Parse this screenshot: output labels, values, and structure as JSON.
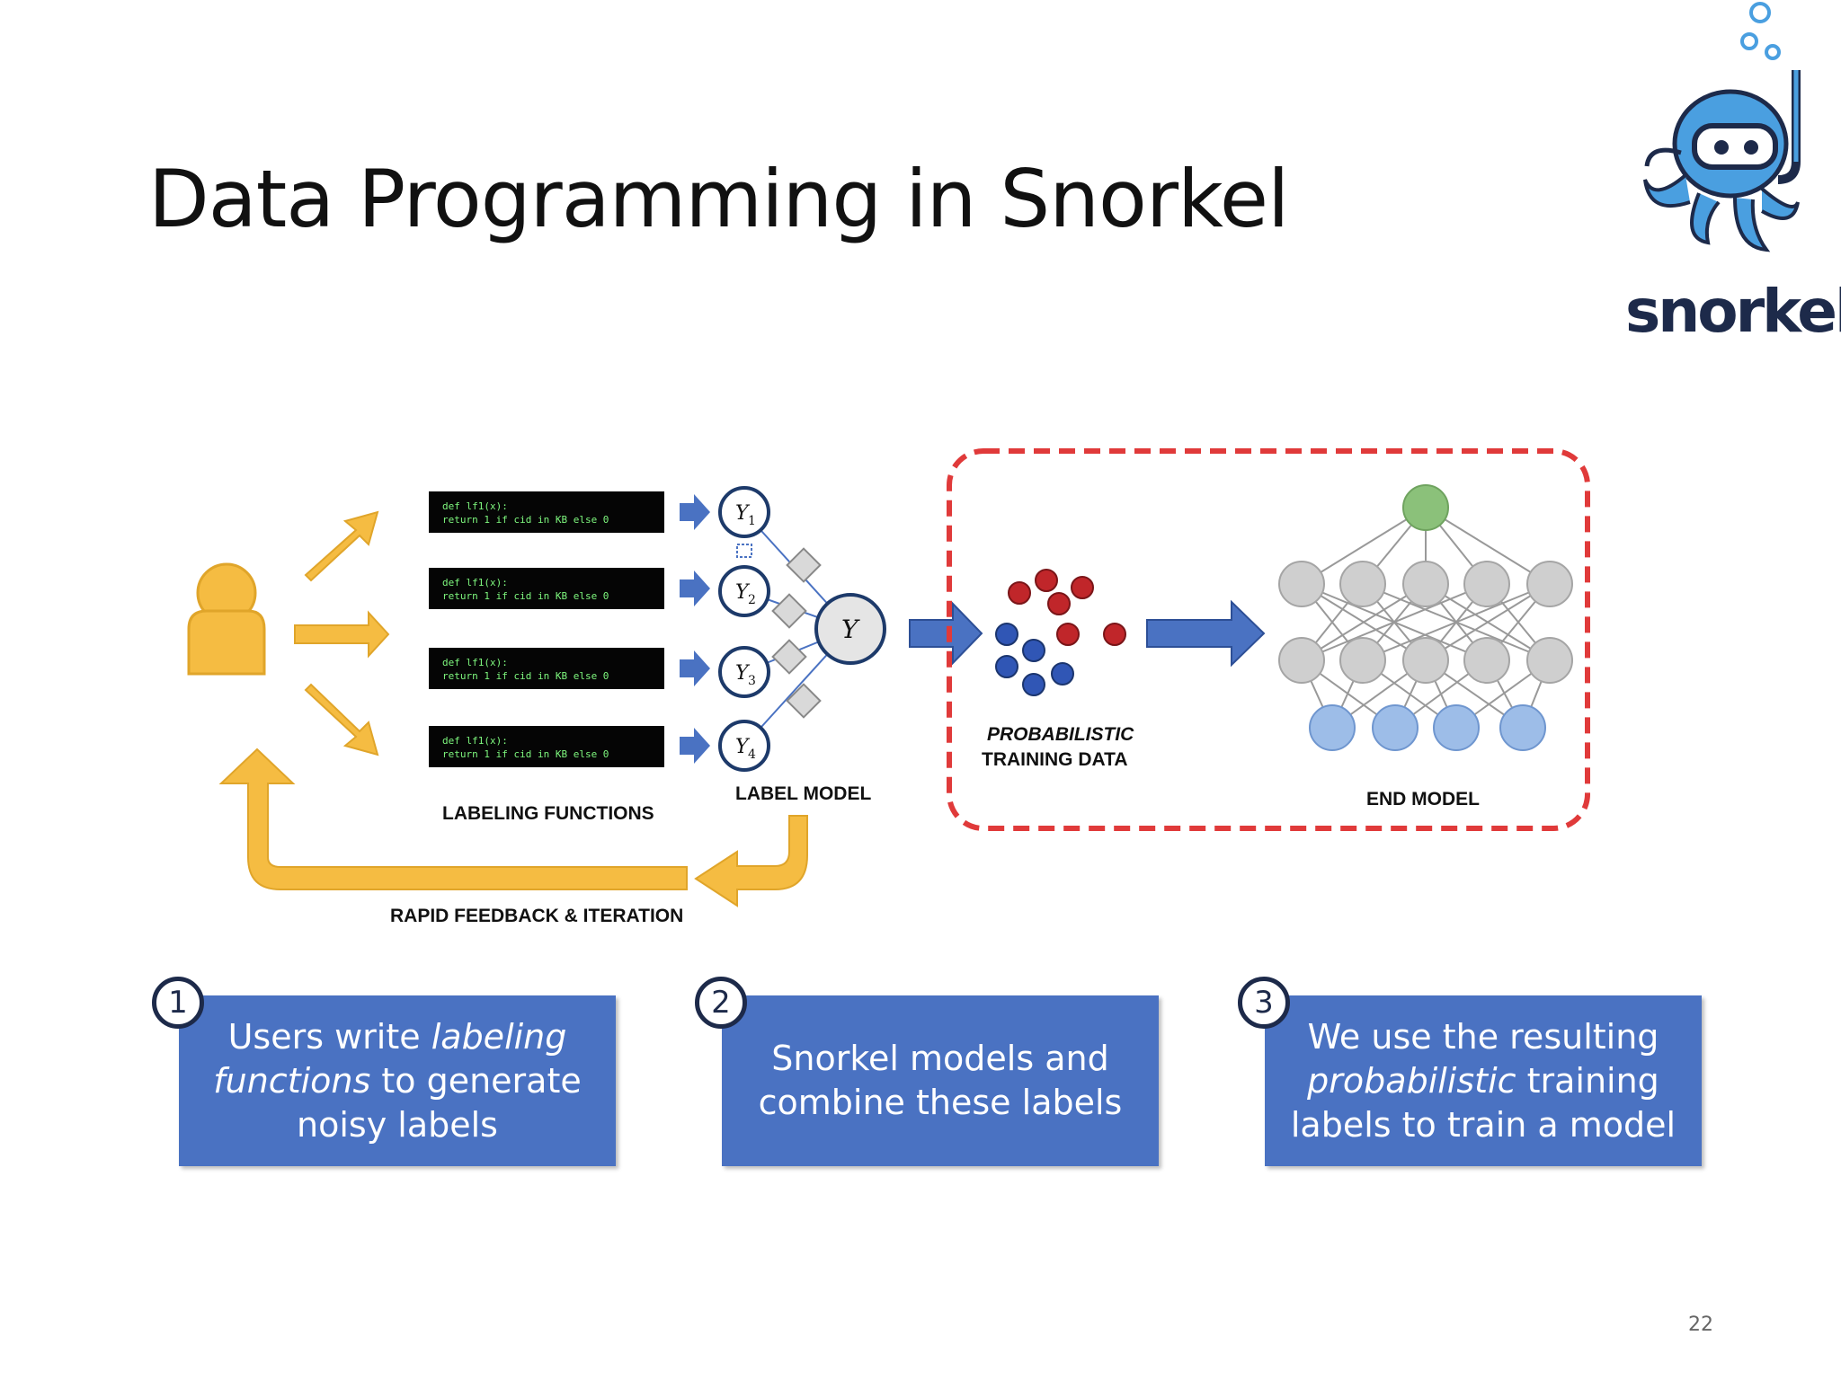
{
  "slide": {
    "title": "Data Programming in Snorkel",
    "page_number": "22"
  },
  "logo": {
    "text": "snorkel",
    "icon": "octopus-snorkel-icon",
    "color": "#1d2a4a",
    "accent": "#4a9fe0"
  },
  "diagram": {
    "labeling_functions": {
      "caption": "LABELING FUNCTIONS",
      "code": [
        [
          "def lf1(x):",
          "return 1 if cid in KB else 0"
        ],
        [
          "def lf1(x):",
          "return 1 if cid in KB else 0"
        ],
        [
          "def lf1(x):",
          "return 1 if cid in KB else 0"
        ],
        [
          "def lf1(x):",
          "return 1 if cid in KB else 0"
        ]
      ]
    },
    "label_model": {
      "caption": "LABEL MODEL",
      "output_node": "Y",
      "nodes": [
        {
          "symbol": "Y",
          "sub": "1"
        },
        {
          "symbol": "Y",
          "sub": "2"
        },
        {
          "symbol": "Y",
          "sub": "3"
        },
        {
          "symbol": "Y",
          "sub": "4"
        }
      ]
    },
    "training_data": {
      "caption_line1": "PROBABILISTIC",
      "caption_line2": "TRAINING DATA"
    },
    "end_model": {
      "caption": "END MODEL"
    },
    "feedback": {
      "caption": "RAPID FEEDBACK & ITERATION"
    },
    "colors": {
      "user": "#f5bc42",
      "arrow_yellow": "#f5bc42",
      "arrow_blue": "#4a72c2",
      "dashed_border": "#e03a3a",
      "red_dot": "#c0262a",
      "blue_dot": "#3056b5"
    }
  },
  "steps": [
    {
      "number": "1",
      "pre": "Users write ",
      "em": "labeling functions",
      "post": " to generate noisy labels",
      "text": ""
    },
    {
      "number": "2",
      "pre": "",
      "em": "",
      "post": "",
      "text": "Snorkel models and combine these labels"
    },
    {
      "number": "3",
      "pre": "We use the resulting ",
      "em": "probabilistic",
      "post": " training labels to train a model",
      "text": ""
    }
  ]
}
